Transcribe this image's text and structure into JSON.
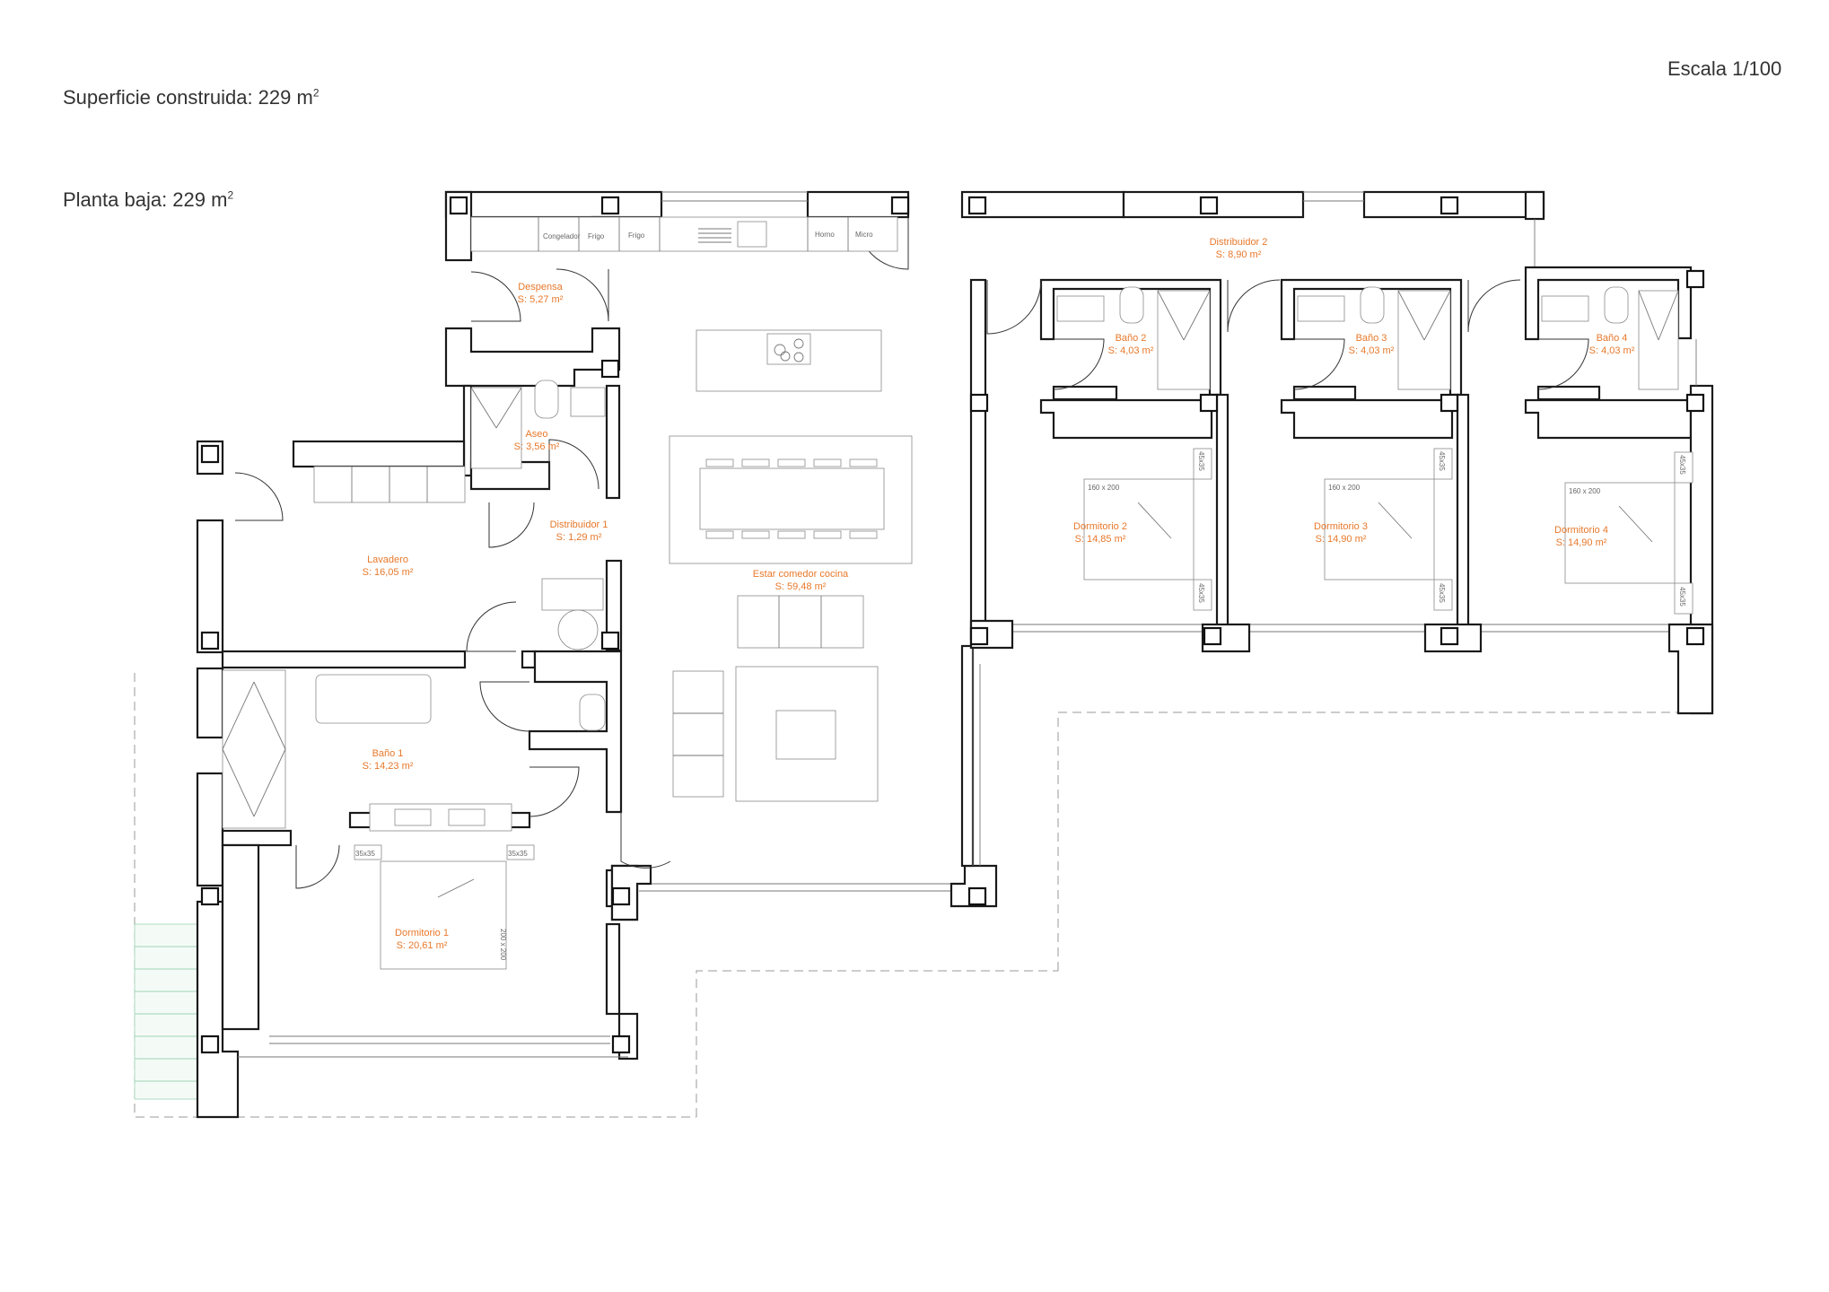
{
  "header": {
    "built_area_label": "Superficie construida: 229 m",
    "built_area_sup": "2",
    "ground_floor_label": "Planta baja: 229 m",
    "ground_floor_sup": "2",
    "scale": "Escala 1/100"
  },
  "rooms": {
    "despensa": {
      "name": "Despensa",
      "area": "S: 5,27 m²"
    },
    "aseo": {
      "name": "Aseo",
      "area": "S: 3,56 m²"
    },
    "distribuidor1": {
      "name": "Distribuidor 1",
      "area": "S: 1,29 m²"
    },
    "lavadero": {
      "name": "Lavadero",
      "area": "S: 16,05 m²"
    },
    "bano1": {
      "name": "Baño 1",
      "area": "S: 14,23 m²"
    },
    "dormitorio1": {
      "name": "Dormitorio 1",
      "area": "S: 20,61 m²"
    },
    "estar": {
      "name": "Estar comedor cocina",
      "area": "S: 59,48 m²"
    },
    "distribuidor2": {
      "name": "Distribuidor 2",
      "area": "S: 8,90 m²"
    },
    "bano2": {
      "name": "Baño 2",
      "area": "S: 4,03 m²"
    },
    "bano3": {
      "name": "Baño 3",
      "area": "S: 4,03 m²"
    },
    "bano4": {
      "name": "Baño 4",
      "area": "S: 4,03 m²"
    },
    "dormitorio2": {
      "name": "Dormitorio 2",
      "area": "S: 14,85 m²"
    },
    "dormitorio3": {
      "name": "Dormitorio 3",
      "area": "S: 14,90 m²"
    },
    "dormitorio4": {
      "name": "Dormitorio 4",
      "area": "S: 14,90 m²"
    }
  },
  "kitchen": {
    "congelador": "Congelador",
    "frigo1": "Frigo",
    "frigo2": "Frigo",
    "horno": "Horno",
    "micro": "Micro"
  },
  "furniture_labels": {
    "bed_160": "160 x 200",
    "bed_200": "200 x 200",
    "night_35": "35x35",
    "night_45": "45x35"
  },
  "colors": {
    "room_label": "#e8782a",
    "wall": "#1a1a1a",
    "background": "#ffffff"
  }
}
